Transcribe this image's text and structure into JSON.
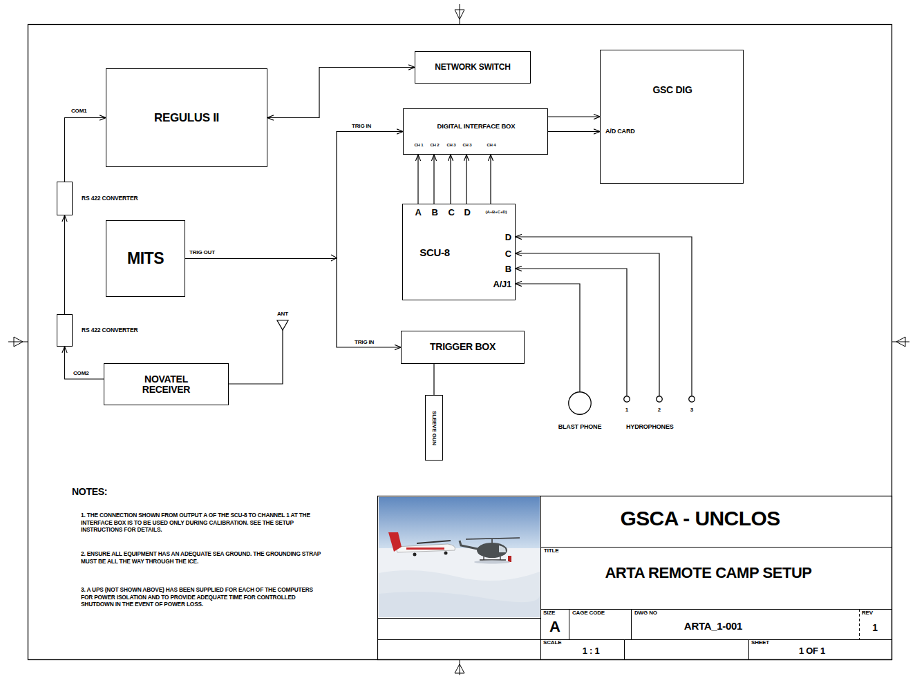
{
  "diagram": {
    "title": "ARTA REMOTE CAMP SETUP",
    "nodes": [
      {
        "text": [
          "REGULUS II"
        ]
      },
      {
        "text": [
          "NETWORK SWITCH"
        ]
      },
      {
        "text": [
          "GSC DIG",
          "A/D CARD"
        ]
      },
      {
        "text": [
          "DIGITAL INTERFACE BOX",
          "CH 1",
          "CH 2",
          "CH 3",
          "CH 3",
          "CH 4"
        ]
      },
      {
        "text": [
          "MITS"
        ]
      },
      {
        "text": [
          "SCU-8",
          "A",
          "B",
          "C",
          "D",
          "(A+B+C+D)",
          "D",
          "C",
          "B",
          "A/J1"
        ]
      },
      {
        "text": [
          "RS 422 CONVERTER"
        ]
      },
      {
        "text": [
          "RS 422 CONVERTER"
        ]
      },
      {
        "text": [
          "TRIGGER BOX"
        ]
      },
      {
        "text": [
          "NOVATEL RECEIVER"
        ]
      },
      {
        "text": [
          "SLEEVE GUN"
        ]
      },
      {
        "text": [
          "BLAST PHONE"
        ]
      },
      {
        "text": [
          "1"
        ]
      },
      {
        "text": [
          "2"
        ]
      },
      {
        "text": [
          "3"
        ]
      }
    ],
    "edges": [
      {
        "from": 0,
        "to": 1,
        "arrow": "both"
      },
      {
        "from": 1,
        "to": 2,
        "arrow": "both"
      },
      {
        "from": 3,
        "to": 2,
        "arrow": "to"
      },
      {
        "from": 4,
        "to": 3,
        "arrow": "to"
      },
      {
        "from": 4,
        "to": 8,
        "arrow": "to"
      },
      {
        "from": 5,
        "to": 3,
        "arrow": "to"
      },
      {
        "from": 5,
        "to": 3,
        "arrow": "to"
      },
      {
        "from": 5,
        "to": 3,
        "arrow": "to"
      },
      {
        "from": 5,
        "to": 3,
        "arrow": "to"
      },
      {
        "from": 5,
        "to": 3,
        "arrow": "to"
      },
      {
        "from": 11,
        "to": 5,
        "arrow": "to"
      },
      {
        "from": 12,
        "to": 5,
        "arrow": "to"
      },
      {
        "from": 13,
        "to": 5,
        "arrow": "to"
      },
      {
        "from": 14,
        "to": 5,
        "arrow": "to"
      },
      {
        "from": 6,
        "to": 0,
        "arrow": "to"
      },
      {
        "from": 7,
        "to": 6,
        "arrow": "to"
      },
      {
        "from": 9,
        "to": 7,
        "arrow": "to"
      },
      {
        "from": 8,
        "to": 10,
        "arrow": "none"
      }
    ],
    "labels": [
      "COM1",
      "COM2",
      "TRIG OUT",
      "TRIG IN",
      "TRIG IN",
      "ANT",
      "HYDROPHONES",
      "NOTES:",
      "1. THE CONNECTION SHOWN FROM OUTPUT A OF THE SCU-8 TO CHANNEL 1 AT THE INTERFACE BOX IS TO BE USED ONLY DURING CALIBRATION. SEE THE SETUP INSTRUCTIONS FOR DETAILS.",
      "2. ENSURE ALL EQUIPMENT HAS AN ADEQUATE SEA GROUND. THE GROUNDING STRAP MUST BE ALL THE WAY THROUGH THE ICE.",
      "3. A UPS (NOT SHOWN ABOVE) HAS BEEN SUPPLIED FOR EACH OF THE COMPUTERS FOR POWER ISOLATION AND TO PROVIDE ADEQUATE TIME FOR CONTROLLED SHUTDOWN IN THE EVENT OF POWER LOSS.",
      "GSCA - UNCLOS",
      "TITLE",
      "SIZE",
      "A",
      "CAGE CODE",
      "DWG NO",
      "ARTA_1-001",
      "REV",
      "1",
      "SCALE",
      "1 : 1",
      "SHEET",
      "1 OF 1"
    ]
  }
}
